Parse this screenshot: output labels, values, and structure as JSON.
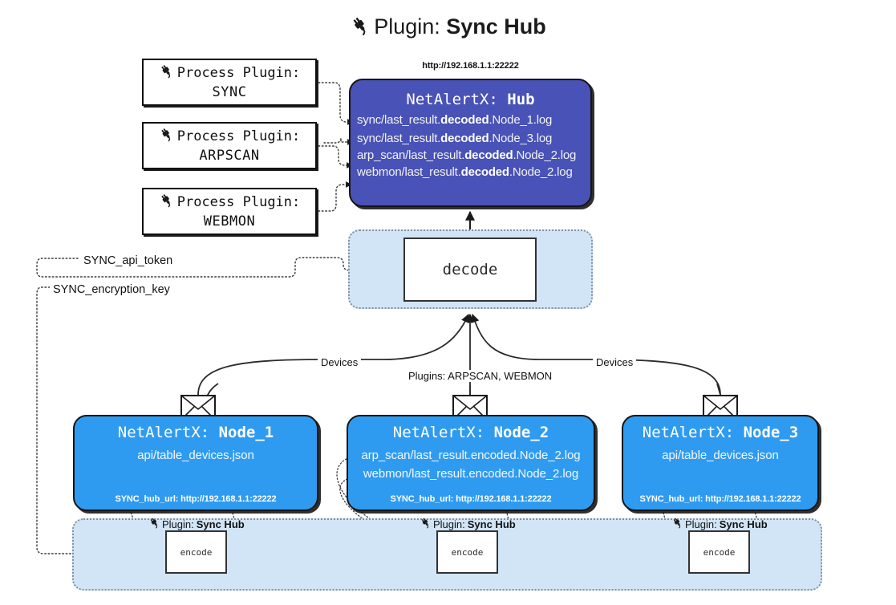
{
  "title": {
    "icon": "plug-icon",
    "prefix": "Plugin:",
    "name": "Sync Hub"
  },
  "process_plugins": [
    {
      "icon": "plug-icon",
      "line1": "Process Plugin:",
      "line2": "SYNC"
    },
    {
      "icon": "plug-icon",
      "line1": "Process Plugin:",
      "line2": "ARPSCAN"
    },
    {
      "icon": "plug-icon",
      "line1": "Process Plugin:",
      "line2": "WEBMON"
    }
  ],
  "hub": {
    "url": "http://192.168.1.1:22222",
    "title_prefix": "NetAlertX:",
    "title_name": "Hub",
    "logs": [
      {
        "pre": "sync/last_result.",
        "mid": "decoded",
        "post": ".Node_1.log"
      },
      {
        "pre": "sync/last_result.",
        "mid": "decoded",
        "post": ".Node_3.log"
      },
      {
        "pre": "arp_scan/last_result.",
        "mid": "decoded",
        "post": ".Node_2.log"
      },
      {
        "pre": "webmon/last_result.",
        "mid": "decoded",
        "post": ".Node_2.log"
      }
    ]
  },
  "decode": {
    "label": "decode"
  },
  "tokens": {
    "api_token": "SYNC_api_token",
    "encryption_key": "SYNC_encryption_key"
  },
  "edge_labels": {
    "devices_left": "Devices",
    "devices_right": "Devices",
    "plugins": "Plugins: ARPSCAN, WEBMON"
  },
  "nodes": [
    {
      "title_prefix": "NetAlertX:",
      "title_name": "Node_1",
      "lines": [
        "api/table_devices.json"
      ],
      "footer": "SYNC_hub_url: http://192.168.1.1:22222",
      "envelope_icon": "envelope-icon"
    },
    {
      "title_prefix": "NetAlertX:",
      "title_name": "Node_2",
      "lines": [
        "arp_scan/last_result.encoded.Node_2.log",
        "webmon/last_result.encoded.Node_2.log"
      ],
      "footer": "SYNC_hub_url: http://192.168.1.1:22222",
      "envelope_icon": "envelope-icon"
    },
    {
      "title_prefix": "NetAlertX:",
      "title_name": "Node_3",
      "lines": [
        "api/table_devices.json"
      ],
      "footer": "SYNC_hub_url: http://192.168.1.1:22222",
      "envelope_icon": "envelope-icon"
    }
  ],
  "sync_band": {
    "plugin_tags": [
      {
        "icon": "plug-icon",
        "prefix": "Plugin:",
        "name": "Sync Hub"
      },
      {
        "icon": "plug-icon",
        "prefix": "Plugin:",
        "name": "Sync Hub"
      },
      {
        "icon": "plug-icon",
        "prefix": "Plugin:",
        "name": "Sync Hub"
      }
    ],
    "encode_labels": [
      "encode",
      "encode",
      "encode"
    ]
  },
  "colors": {
    "hub_fill": "#4952b6",
    "node_fill": "#2f9bf0",
    "band_fill": "#d2e5f7",
    "band_border": "#7f8fa0",
    "stroke": "#151515",
    "text_dark": "#111111",
    "text_light": "#ffffff"
  }
}
